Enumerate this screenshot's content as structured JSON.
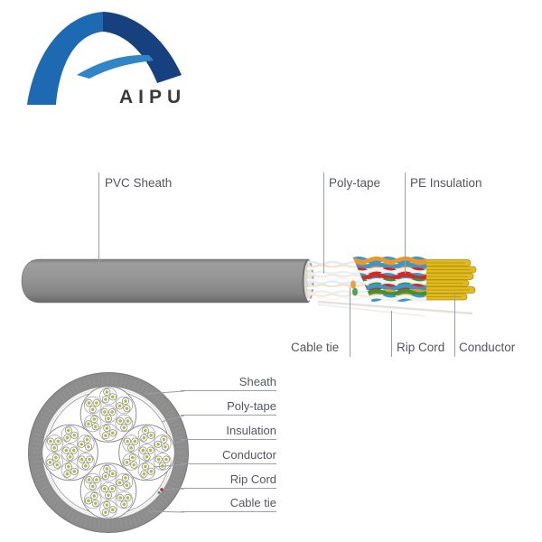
{
  "brand": {
    "name": "AIPU",
    "logo_colors": {
      "arch_left": "#1e6ab2",
      "arch_right": "#16417e",
      "swoosh": "#2f85c6",
      "text": "#3a3a3a"
    }
  },
  "cable_diagram": {
    "labels_top": [
      {
        "id": "pvc-sheath",
        "text": "PVC Sheath"
      },
      {
        "id": "poly-tape",
        "text": "Poly-tape"
      },
      {
        "id": "pe-insulation",
        "text": "PE Insulation"
      }
    ],
    "labels_bottom": [
      {
        "id": "cable-tie",
        "text": "Cable tie"
      },
      {
        "id": "rip-cord",
        "text": "Rip Cord"
      },
      {
        "id": "conductor",
        "text": "Conductor"
      }
    ],
    "colors": {
      "sheath_gray": "#8e8e8e",
      "conductor_yellow": "#e2ba1e",
      "pair_blue": "#3b97cb",
      "pair_orange": "#ef9726",
      "pair_red": "#d42a23",
      "pair_green": "#34953c",
      "pair_white": "#f3f3f3"
    }
  },
  "cross_section": {
    "labels": [
      "Sheath",
      "Poly-tape",
      "Insulation",
      "Conductor",
      "Rip Cord",
      "Cable tie"
    ],
    "colors": {
      "sheath_gray": "#8d8d8d",
      "conductor_dot": "#b4bd35",
      "rip_cord_dot": "#c03052",
      "cable_tie_dot": "#3f9a72",
      "leader_line": "#9aa0a6"
    }
  }
}
